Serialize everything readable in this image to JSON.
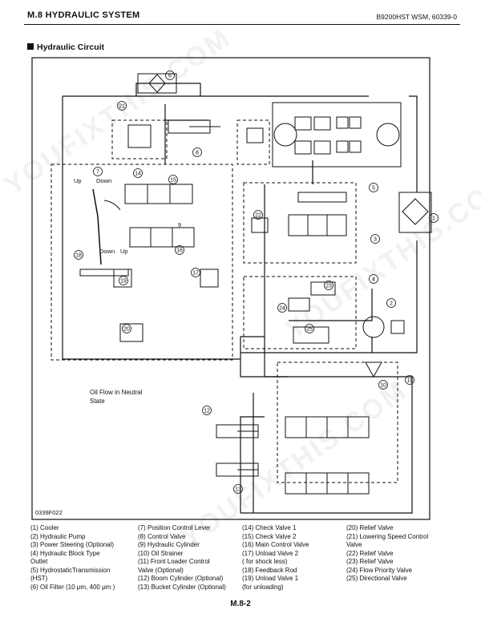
{
  "header": {
    "section": "M.8  HYDRAULIC SYSTEM",
    "model": "B9200HST  WSM, 60339-0"
  },
  "section_title": "Hydraulic Circuit",
  "diagram": {
    "figure_code": "0339F022",
    "oil_flow_note_line1": "Oil Flow in Neutral",
    "oil_flow_note_line2": "State",
    "lever_labels": {
      "up1": "Up",
      "down1": "Down",
      "down2": "Down",
      "up2": "Up"
    },
    "callouts": [
      "1",
      "2",
      "3",
      "4",
      "5",
      "6",
      "7",
      "8",
      "9",
      "10",
      "11",
      "12",
      "13",
      "14",
      "15",
      "16",
      "17",
      "18",
      "19",
      "20",
      "21",
      "22",
      "23",
      "24",
      "25"
    ]
  },
  "legend": {
    "col1": [
      "(1)  Cooler",
      "(2)  Hydraulic Pump",
      "(3)  Power Steering (Optional)",
      "(4)  Hydraulic Block Type",
      "       Outlet",
      "(5)  HydrostaticTransmission",
      "       (HST)",
      "(6)  Oil Filter (10 μm, 400 μm )"
    ],
    "col2": [
      "(7)  Position Control Lever",
      "(8)  Control Valve",
      "(9)  Hydraulic Cylinder",
      "(10)  Oil Strainer",
      "(11)  Front Loader Control",
      "        Valve (Optional)",
      "(12)  Boom Cylinder (Optional)",
      "(13)  Bucket Cylinder (Optional)"
    ],
    "col3": [
      "(14)  Check Valve 1",
      "(15)  Check Valve 2",
      "(16)  Main Control Valve",
      "(17)  Unload Valve 2",
      "        ( for shock less)",
      "(18)  Feedback Rod",
      "(19)  Unload Valve 1",
      "        (for unloading)"
    ],
    "col4": [
      "(20)  Relief Valve",
      "(21)  Lowering Speed Control",
      "        Valve",
      "(22)  Relief Valve",
      "(23)  Relief Valve",
      "(24)  Flow Priority Valve",
      "(25)  Directional Valve"
    ]
  },
  "footer": "M.8-2",
  "watermark": "YOUFIXTHIS.COM"
}
